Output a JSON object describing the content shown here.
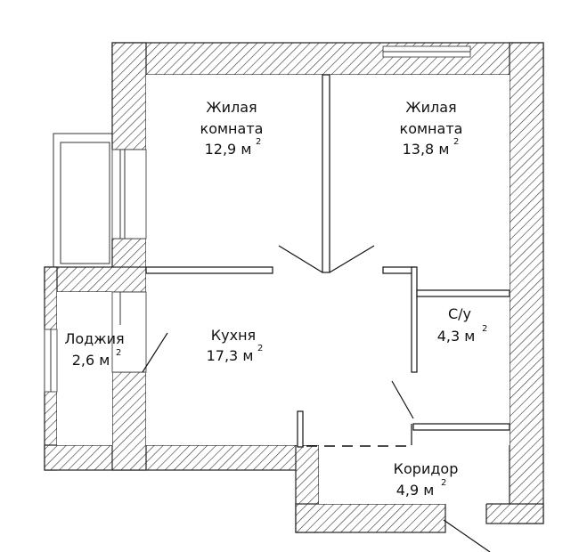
{
  "rooms": [
    {
      "id": "living1",
      "name_line1": "Жилая",
      "name_line2": "комната",
      "area": "12,9 м",
      "unit_sup": "2"
    },
    {
      "id": "living2",
      "name_line1": "Жилая",
      "name_line2": "комната",
      "area": "13,8 м",
      "unit_sup": "2"
    },
    {
      "id": "kitchen",
      "name_line1": "Кухня",
      "area": "17,3 м",
      "unit_sup": "2"
    },
    {
      "id": "bathroom",
      "name_line1": "С/у",
      "area": "4,3 м",
      "unit_sup": "2"
    },
    {
      "id": "loggia",
      "name_line1": "Лоджия",
      "area": "2,6 м",
      "unit_sup": "2"
    },
    {
      "id": "corridor",
      "name_line1": "Коридор",
      "area": "4,9 м",
      "unit_sup": "2"
    }
  ],
  "colors": {
    "wall_line": "#222222",
    "hatch": "#333333",
    "background": "#ffffff"
  }
}
